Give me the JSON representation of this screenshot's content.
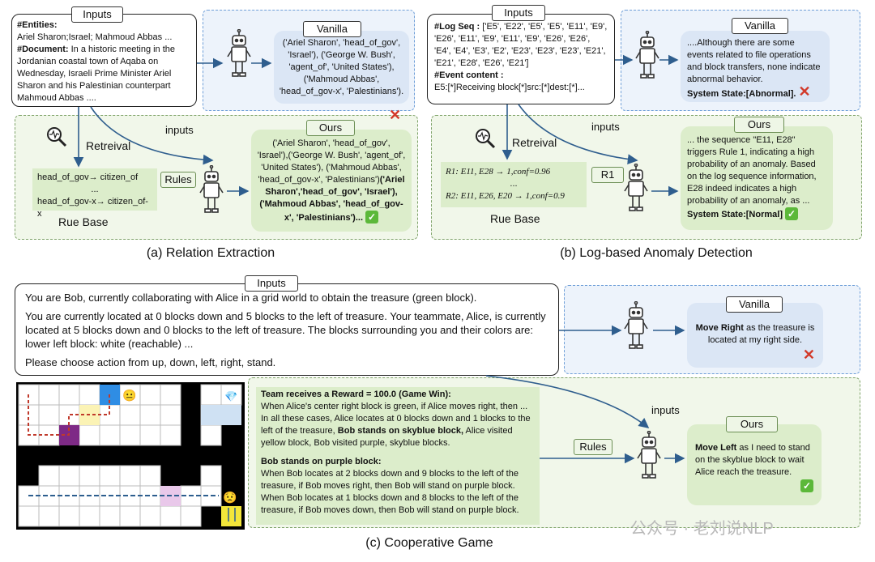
{
  "panel_a": {
    "inputs_label": "Inputs",
    "entities_title": "#Entities:",
    "entities_text": "Ariel Sharon;Israel; Mahmoud Abbas ...",
    "document_title": "#Document:",
    "document_text": "In a historic meeting in the Jordanian coastal town of Aqaba on Wednesday, Israeli Prime Minister Ariel Sharon and his Palestinian counterpart Mahmoud Abbas ....",
    "vanilla_label": "Vanilla",
    "vanilla_text": "('Ariel Sharon', 'head_of_gov', 'Israel'), ('George W. Bush', 'agent_of', 'United States'), ('Mahmoud Abbas', 'head_of_gov-x', 'Palestinians').",
    "retreival_label": "Retreival",
    "inputs_arrow_label": "inputs",
    "rule1": "head_of_gov→ citizen_of",
    "rule_dots": "...",
    "rule2": "head_of_gov-x→ citizen_of-x",
    "rules_label": "Rules",
    "rue_base_label": "Rue Base",
    "ours_label": "Ours",
    "ours_text_plain": "('Ariel Sharon', 'head_of_gov', 'Israel'),('George W. Bush', 'agent_of', 'United States'), ('Mahmoud Abbas', 'head_of_gov-x', 'Palestinians')",
    "ours_text_bold": "('Ariel Sharon','head_of_gov', 'Israel'), ('Mahmoud Abbas', 'head_of_gov-x', 'Palestinians')...",
    "caption": "(a) Relation Extraction"
  },
  "panel_b": {
    "inputs_label": "Inputs",
    "logseq_title": "#Log Seq :",
    "logseq_text": "['E5', 'E22', 'E5', 'E5', 'E11', 'E9', 'E26', 'E11', 'E9', 'E11', 'E9', 'E26', 'E26', 'E4', 'E4', 'E3', 'E2', 'E23', 'E23', 'E23', 'E21', 'E21', 'E28', 'E26', 'E21']",
    "event_title": "#Event content :",
    "event_text": "E5:[*]Receiving block[*]src:[*]dest:[*]...",
    "vanilla_label": "Vanilla",
    "vanilla_text": "....Although there are some events related to file operations and block transfers, none indicate abnormal behavior.",
    "vanilla_state": "System State:[Abnormal].",
    "retreival_label": "Retreival",
    "inputs_arrow_label": "inputs",
    "r1_rule": "R1: E11, E28 → 1,conf=0.96",
    "r_dots": "...",
    "r2_rule": "R2: E11, E26, E20 → 1,conf=0.9",
    "r1_tag": "R1",
    "rue_base_label": "Rue Base",
    "ours_label": "Ours",
    "ours_text": "... the sequence \"E11, E28\" triggers Rule 1, indicating a high probability of an anomaly. Based on the log sequence information, E28 indeed indicates a high probability of an anomaly, as ...",
    "ours_state": "System State:[Normal]",
    "caption": "(b) Log-based Anomaly Detection"
  },
  "panel_c": {
    "inputs_label": "Inputs",
    "line1": "You are Bob, currently collaborating with Alice in a grid world to obtain the treasure (green block).",
    "line2": "You are currently located at 0 blocks down and 5 blocks to the left of treasure. Your teammate, Alice, is currently located at 5 blocks down and 0 blocks to the left of treasure.  The blocks surrounding you and their colors are: lower left block: white (reachable) ...",
    "line3": "Please choose action from up, down, left, right, stand.",
    "vanilla_label": "Vanilla",
    "vanilla_bold": "Move Right",
    "vanilla_text": "as the treasure is located at my right side.",
    "rule_head1": "Team receives a Reward = 100.0 (Game Win):",
    "rule_body1a": "When Alice's center right block is green, if Alice moves right, then ... In all these cases, Alice locates at 0 blocks down and 1 blocks to the left of the treasure,",
    "rule_body1b": "Bob stands on skyblue block,",
    "rule_body1c": "Alice visited yellow block, Bob visited purple, skyblue blocks.",
    "rule_head2": "Bob stands on purple block:",
    "rule_body2a": "When Bob locates at 2 blocks down and 9 blocks to the left of the treasure, if Bob moves right, then Bob will stand on purple block.",
    "rule_body2b": "When Bob locates at 1 blocks down and 8 blocks to the left of the treasure, if Bob moves down, then Bob will stand on purple block.",
    "rules_label": "Rules",
    "inputs_arrow_label": "inputs",
    "ours_label": "Ours",
    "ours_bold": "Move Left",
    "ours_text": "as I need to stand on the skyblue block to wait Alice reach the treasure.",
    "caption": "(c) Cooperative Game"
  },
  "watermark": "公众号 · 老刘说NLP",
  "colors": {
    "green_bg": "#f1f7ea",
    "blue_bg": "#edf3fb",
    "wrong": "#d23a2a",
    "right": "#5cb83a"
  }
}
